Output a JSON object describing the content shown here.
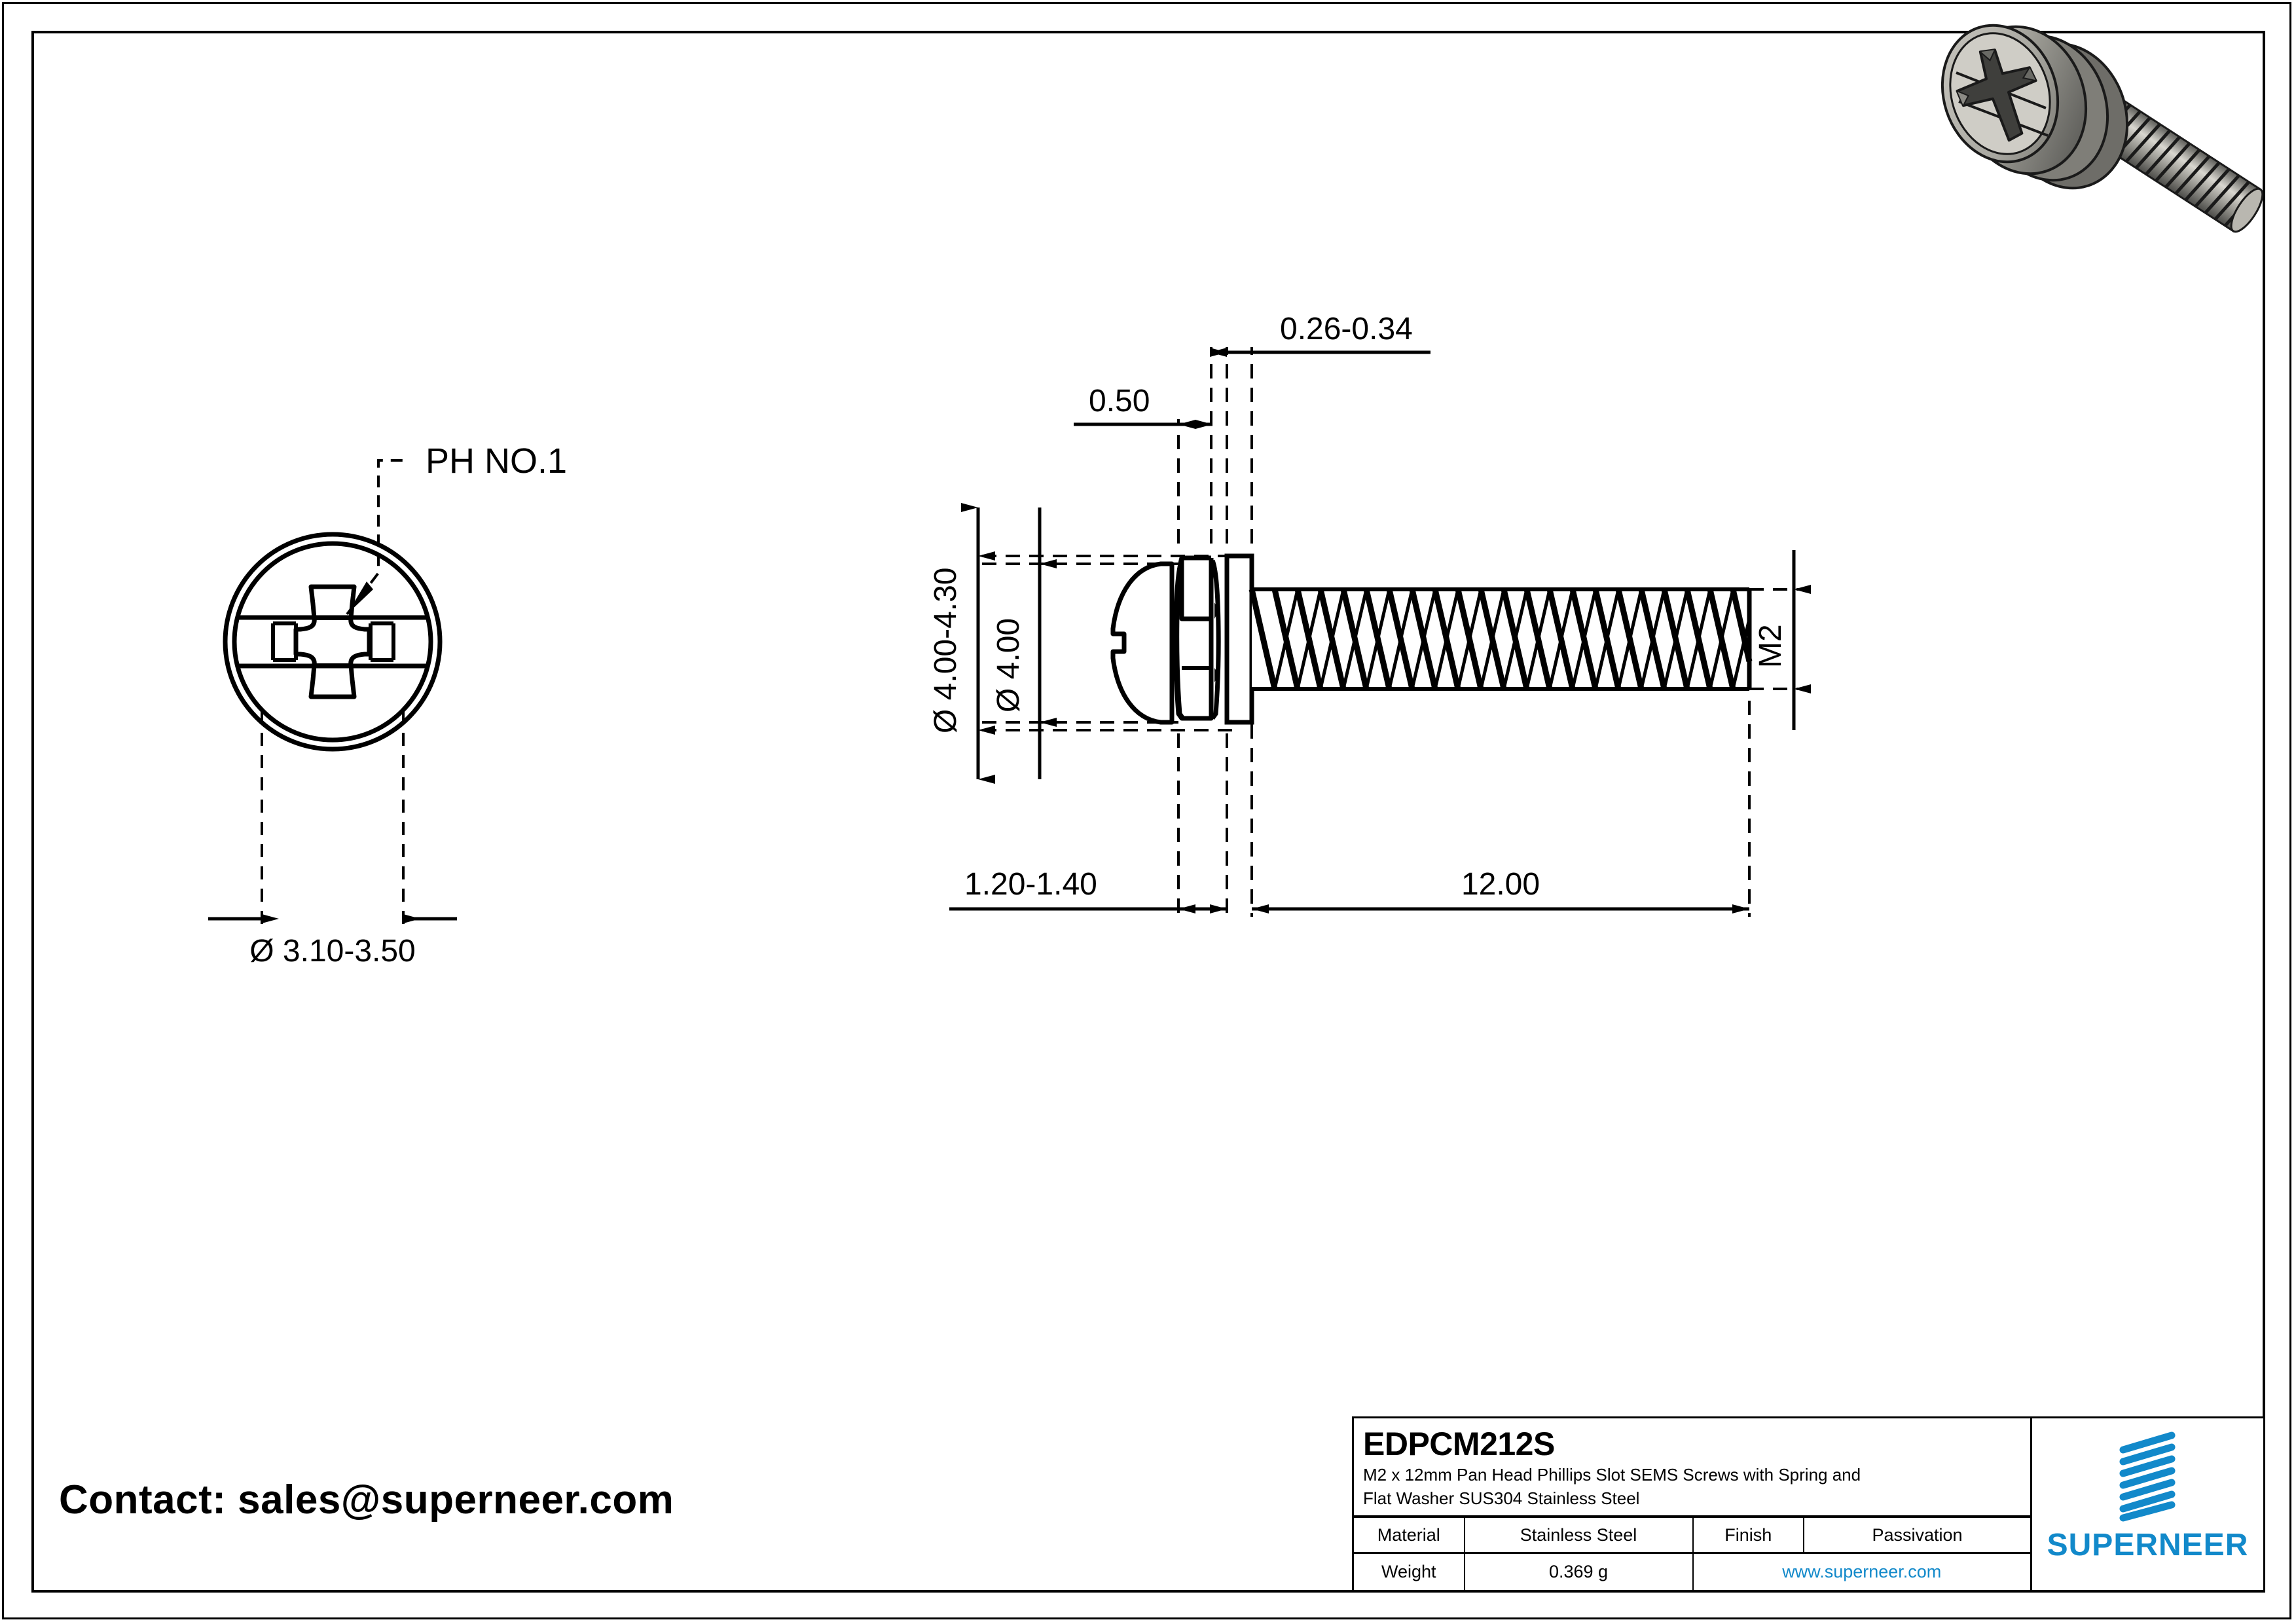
{
  "drawing": {
    "title_note": "PH NO.1",
    "views": {
      "front_view": {
        "name": "head-top-view",
        "callout": "PH NO.1",
        "diameter_dimension": "Ø 3.10-3.50"
      },
      "side_view": {
        "name": "screw-side-view",
        "dimensions": {
          "head_diameter_outer": "Ø 4.00-4.30",
          "head_diameter_inner": "Ø 4.00",
          "washer_thickness": "0.26-0.34",
          "spring_washer_thickness": "0.50",
          "head_height": "1.20-1.40",
          "thread_length": "12.00",
          "thread_size": "M2"
        }
      }
    }
  },
  "title_block": {
    "part_number": "EDPCM212S",
    "description_line1": "M2 x 12mm Pan Head Phillips Slot SEMS Screws with Spring and",
    "description_line2": "Flat Washer SUS304 Stainless Steel",
    "material_label": "Material",
    "material_value": "Stainless Steel",
    "finish_label": "Finish",
    "finish_value": "Passivation",
    "weight_label": "Weight",
    "weight_value": "0.369 g",
    "website": "www.superneer.com",
    "brand_name": "SUPERNEER"
  },
  "contact": {
    "text": "Contact: sales@superneer.com"
  },
  "colors": {
    "brand_blue": "#1289ca",
    "line_black": "#000000",
    "paper_white": "#ffffff",
    "render_metal_light": "#d8d6cf",
    "render_metal_mid": "#8a8a85",
    "render_metal_dark": "#4a4a47"
  }
}
